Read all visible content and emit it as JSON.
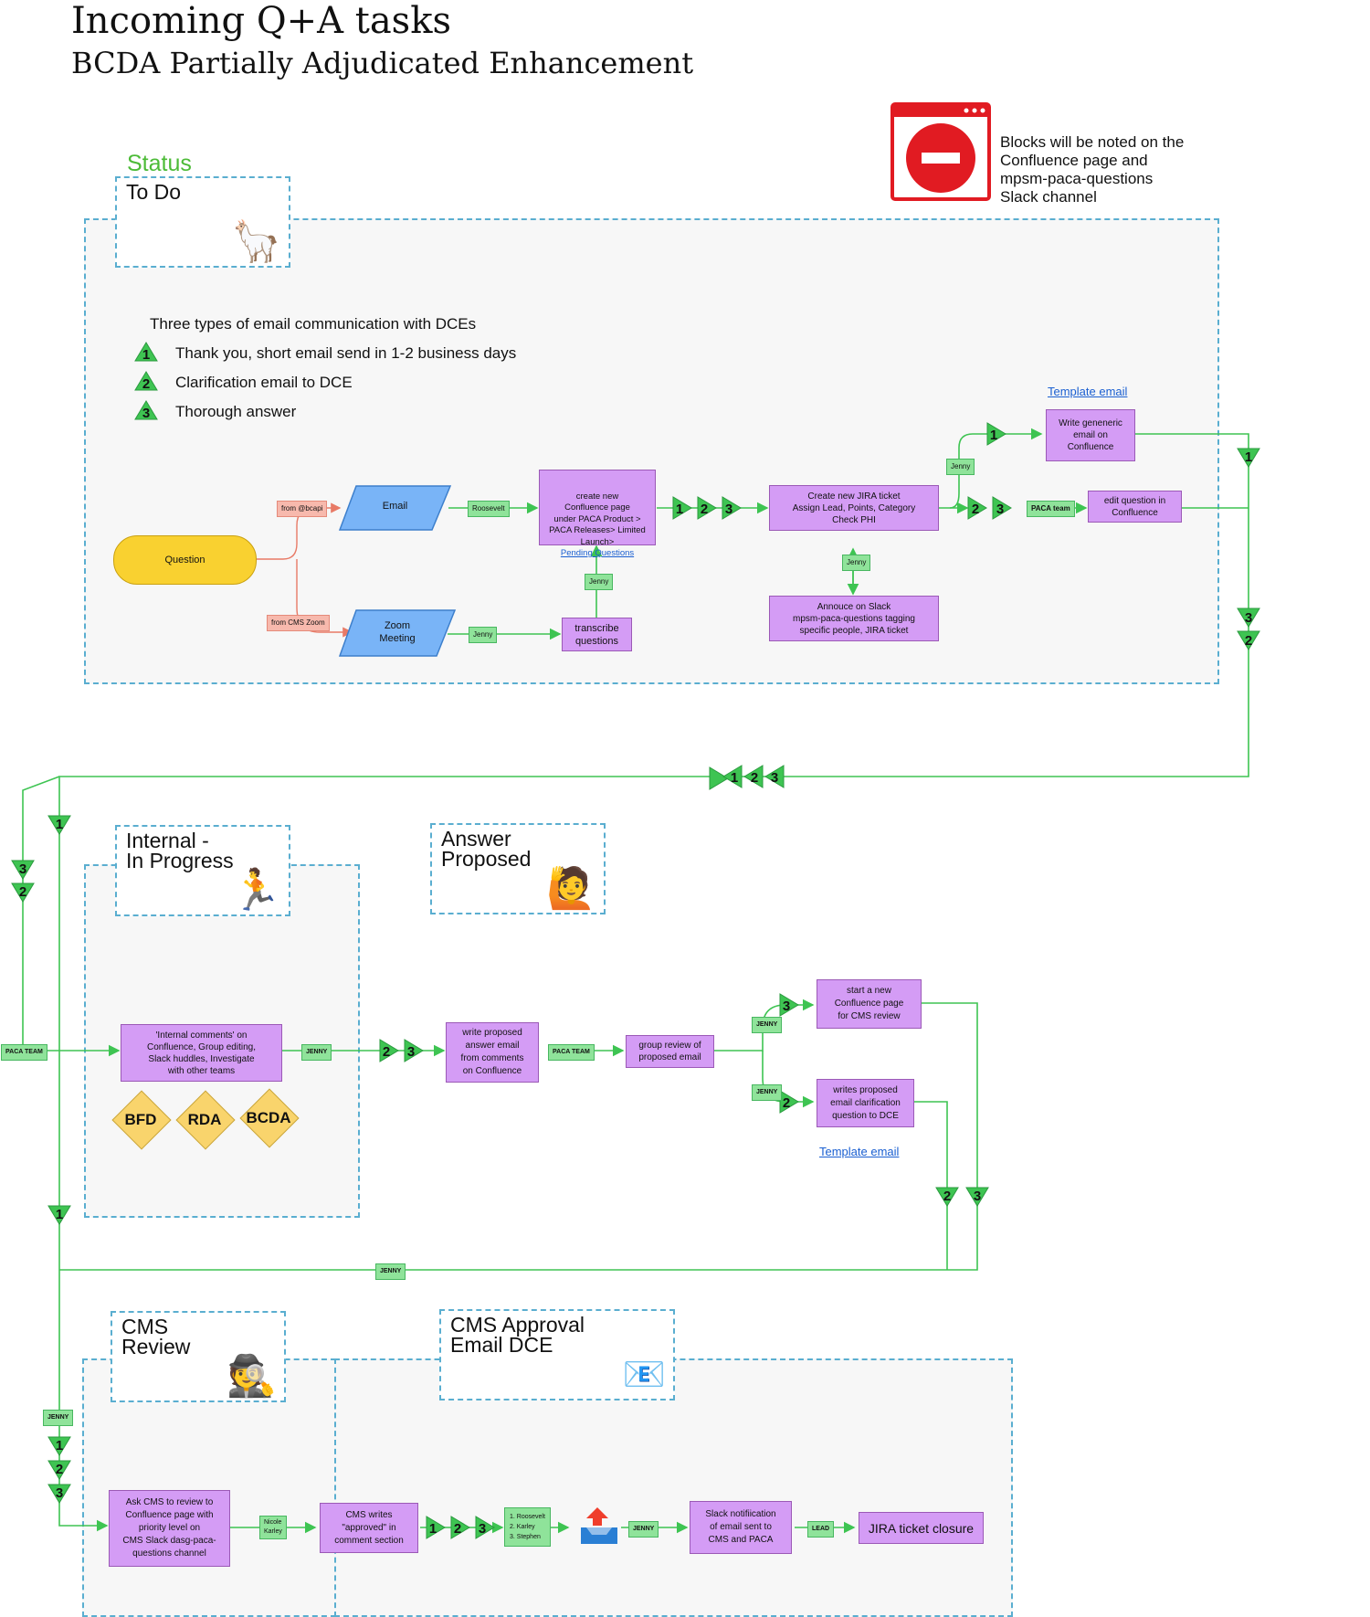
{
  "title": "Incoming Q+A tasks",
  "subtitle": "BCDA Partially Adjudicated Enhancement",
  "blocks_note": "Blocks will be noted on the\nConfluence page and\nmpsm-paca-questions\nSlack channel",
  "status_heading": "Status",
  "sections": {
    "todo": {
      "label": "To Do",
      "icon": "llama-icon",
      "emoji": "🦙"
    },
    "internal": {
      "label": "Internal -\nIn Progress",
      "icon": "runner-icon",
      "emoji": "🏃"
    },
    "answer": {
      "label": "Answer\nProposed",
      "icon": "raised-hand-icon",
      "emoji": "🙋"
    },
    "cms_review": {
      "label": "CMS\nReview",
      "icon": "detective-icon",
      "emoji": "🕵"
    },
    "cms_approval": {
      "label": "CMS Approval\nEmail DCE",
      "icon": "envelope-icon",
      "emoji": "📧"
    }
  },
  "legend": {
    "heading": "Three types of email communication with DCEs",
    "items": [
      {
        "n": "1",
        "text": "Thank you, short email send in 1-2 business days"
      },
      {
        "n": "2",
        "text": "Clarification email to DCE"
      },
      {
        "n": "3",
        "text": "Thorough answer"
      }
    ]
  },
  "todo_flow": {
    "question": "Question",
    "from_bcapi": "from @bcapi",
    "from_cms_zoom": "from CMS Zoom",
    "email": "Email",
    "zoom": "Zoom\nMeeting",
    "roosevelt": "Roosevelt",
    "jenny": "Jenny",
    "create_confluence": "create new\nConfluence page\nunder PACA Product >\nPACA Releases> Limited\nLaunch>",
    "pending_questions": "Pending Questions",
    "transcribe": "transcribe\nquestions",
    "create_jira": "Create new JIRA ticket\nAssign Lead, Points, Category\nCheck PHI",
    "announce_slack": "Annouce on Slack\nmpsm-paca-questions tagging\nspecific people, JIRA ticket",
    "template_email": "Template email",
    "write_generic": "Write geneneric\nemail on\nConfluence",
    "paca_team": "PACA team",
    "edit_question": "edit question in\nConfluence"
  },
  "internal_flow": {
    "paca_team": "PACA TEAM",
    "internal_comments": "'Internal comments' on\nConfluence, Group editing,\nSlack huddles, Investigate\nwith other teams",
    "jenny": "JENNY",
    "diamonds": [
      "BFD",
      "RDA",
      "BCDA"
    ],
    "write_proposed": "write proposed\nanswer email\nfrom comments\non Confluence",
    "paca_team2": "PACA TEAM",
    "group_review": "group review of\nproposed email",
    "start_new": "start a new\nConfluence page\nfor CMS review",
    "writes_proposed": "writes proposed\nemail clarification\nquestion to DCE",
    "template_email": "Template email",
    "jenny_return": "JENNY"
  },
  "cms_flow": {
    "jenny": "JENNY",
    "ask_cms": "Ask CMS to review to\nConfluence page with\npriority level on\nCMS Slack dasg-paca-\nquestions channel",
    "nicole_karley": "Nicole\nKarley",
    "cms_writes": "CMS writes\n\"approved\" in\ncomment section",
    "order": "1. Roosevelt\n2. Karley\n3. Stephen",
    "jenny2": "JENNY",
    "slack_notif": "Slack notifiication\nof email sent to\nCMS and PACA",
    "lead": "LEAD",
    "jira_closure": "JIRA ticket closure"
  },
  "colors": {
    "accent_green": "#3ec452",
    "panel_border": "#5aaed0",
    "process": "#d49cf5",
    "decision": "#f9d46c",
    "io": "#79b4f7",
    "block_red": "#e11b22",
    "status_green": "#4cbb37"
  }
}
